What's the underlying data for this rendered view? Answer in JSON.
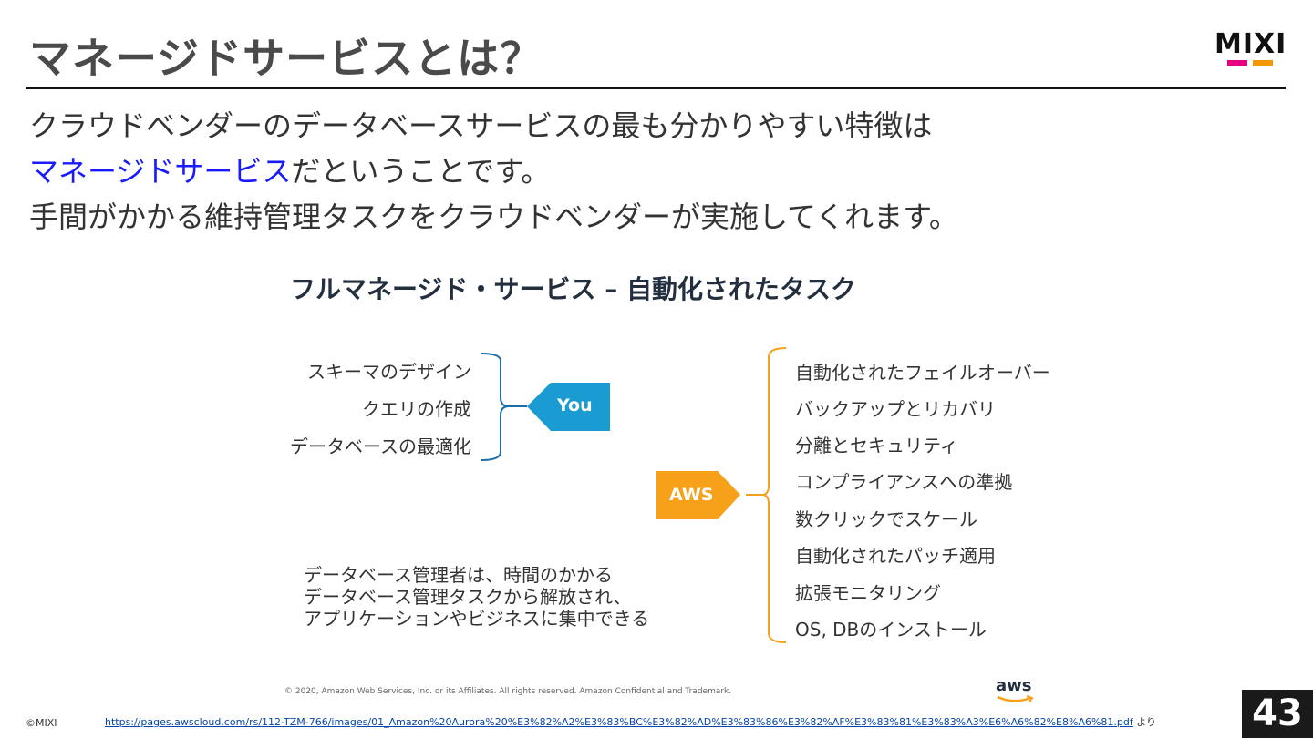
{
  "slide": {
    "title": "マネージドサービスとは？",
    "logo": "MIXI",
    "body_line1": "クラウドベンダーのデータベースサービスの最も分かりやすい特徴は",
    "body_line2_highlight": "マネージドサービス",
    "body_line2_rest": "だということです。",
    "body_line3": "手間がかかる維持管理タスクをクラウドベンダーが実施してくれます。"
  },
  "diagram": {
    "title": "フルマネージド・サービス – 自動化されたタスク",
    "you_label": "You",
    "aws_label": "AWS",
    "you_items": [
      "スキーマのデザイン",
      "クエリの作成",
      "データベースの最適化"
    ],
    "aws_items": [
      "自動化されたフェイルオーバー",
      "バックアップとリカバリ",
      "分離とセキュリティ",
      "コンプライアンスへの準拠",
      "数クリックでスケール",
      "自動化されたパッチ適用",
      "拡張モニタリング",
      "OS, DBのインストール"
    ],
    "note_lines": [
      "データベース管理者は、時間のかかる",
      "データベース管理タスクから解放され、",
      "アプリケーションやビジネスに集中できる"
    ],
    "copyright": "© 2020, Amazon Web Services, Inc. or its Affiliates. All rights reserved. Amazon Confidential and Trademark.",
    "aws_logo_text": "aws",
    "colors": {
      "you": "#1a9bd1",
      "aws": "#f7a01a",
      "bracket_you": "#1a6fa8",
      "bracket_aws": "#f7a01a"
    }
  },
  "footer": {
    "copyright": "©MIXI",
    "source_url": "https://pages.awscloud.com/rs/112-TZM-766/images/01_Amazon%20Aurora%20%E3%82%A2%E3%83%BC%E3%82%AD%E3%83%86%E3%82%AF%E3%83%81%E3%83%A3%E6%A6%82%E8%A6%81.pdf",
    "source_suffix": "より",
    "page_number": "43"
  }
}
